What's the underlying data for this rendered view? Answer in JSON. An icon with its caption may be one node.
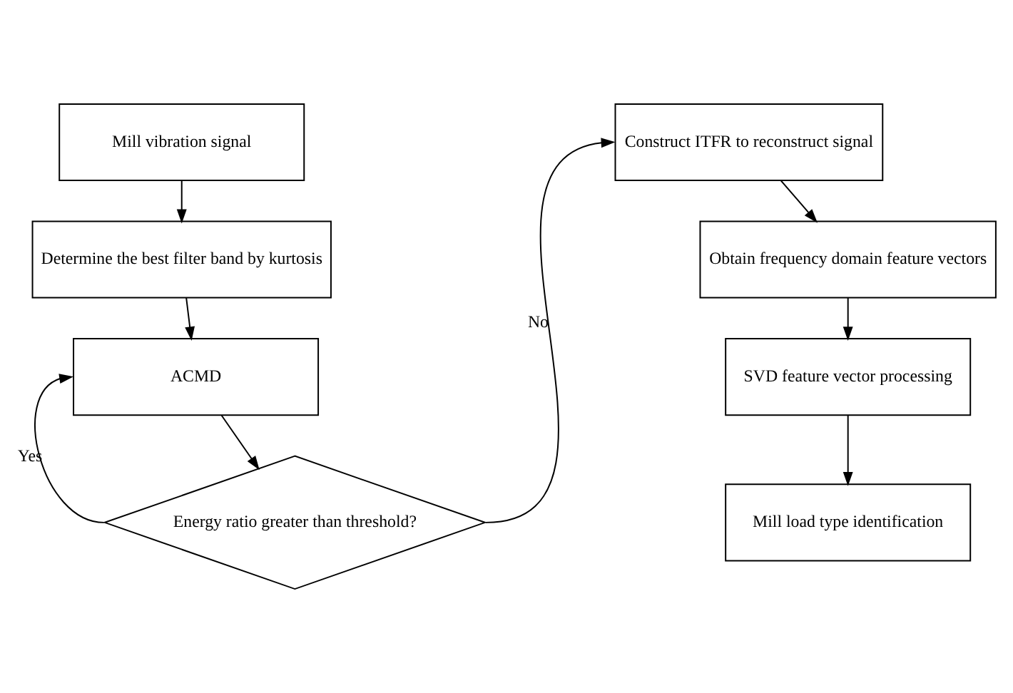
{
  "diagram": {
    "nodes": [
      {
        "text": [
          "Mill vibration signal"
        ]
      },
      {
        "text": [
          "Determine the best filter band by kurtosis"
        ]
      },
      {
        "text": [
          "ACMD"
        ]
      },
      {
        "text": [
          "Energy ratio greater than threshold?"
        ]
      },
      {
        "text": [
          "Construct ITFR to reconstruct signal"
        ]
      },
      {
        "text": [
          "Obtain frequency domain feature vectors"
        ]
      },
      {
        "text": [
          "SVD feature vector processing"
        ]
      },
      {
        "text": [
          "Mill load type identification"
        ]
      }
    ],
    "edges": [
      {
        "from": 0,
        "to": 1,
        "arrow": "to"
      },
      {
        "from": 1,
        "to": 2,
        "arrow": "to"
      },
      {
        "from": 2,
        "to": 3,
        "arrow": "to"
      },
      {
        "from": 3,
        "to": 2,
        "arrow": "to",
        "label": "Yes"
      },
      {
        "from": 3,
        "to": 4,
        "arrow": "to",
        "label": "No"
      },
      {
        "from": 4,
        "to": 5,
        "arrow": "to"
      },
      {
        "from": 5,
        "to": 6,
        "arrow": "to"
      },
      {
        "from": 6,
        "to": 7,
        "arrow": "to"
      }
    ]
  }
}
